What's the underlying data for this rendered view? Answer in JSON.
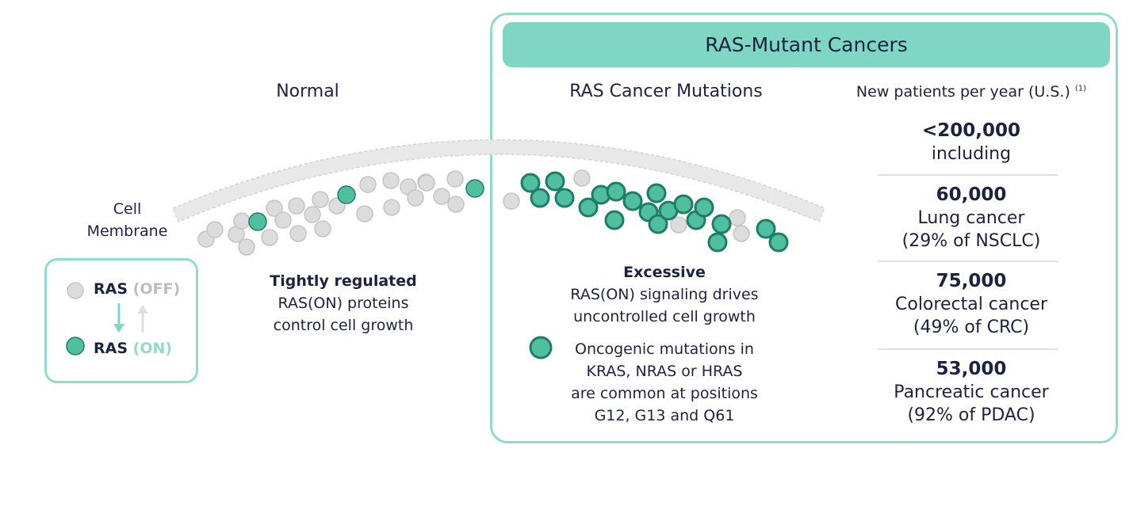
{
  "banner": {
    "title": "RAS-Mutant Cancers"
  },
  "columns": {
    "normal": "Normal",
    "mutations": "RAS Cancer Mutations",
    "patients": "New patients per year (U.S.)",
    "patients_footnote": "(1)"
  },
  "membrane": {
    "label_line1": "Cell",
    "label_line2": "Membrane"
  },
  "legend": {
    "off_label": "RAS",
    "off_state": "(OFF)",
    "on_label": "RAS",
    "on_state": "(ON)"
  },
  "normal_caption": {
    "bold": "Tightly regulated",
    "line1": "RAS(ON) proteins",
    "line2": "control cell growth"
  },
  "mutant_caption": {
    "bold": "Excessive",
    "line1": "RAS(ON) signaling drives",
    "line2": "uncontrolled cell growth"
  },
  "oncogenic_note": {
    "line1": "Oncogenic mutations in",
    "line2": "KRAS, NRAS or HRAS",
    "line3": "are common at positions",
    "line4": "G12, G13 and Q61"
  },
  "stats": [
    {
      "value": "<200,000",
      "line1": "including",
      "line2": ""
    },
    {
      "value": "60,000",
      "line1": "Lung cancer",
      "line2": "(29% of NSCLC)"
    },
    {
      "value": "75,000",
      "line1": "Colorectal cancer",
      "line2": "(49% of CRC)"
    },
    {
      "value": "53,000",
      "line1": "Pancreatic cancer",
      "line2": "(92% of PDAC)"
    }
  ],
  "colors": {
    "teal_light": "#8fdcc9",
    "teal_banner": "#7fd6c3",
    "teal_protein": "#4fbf9f",
    "teal_dark": "#1f7c68",
    "grey_protein": "#dcdcdc",
    "membrane": "#e6e6e6",
    "text": "#1c2340"
  }
}
